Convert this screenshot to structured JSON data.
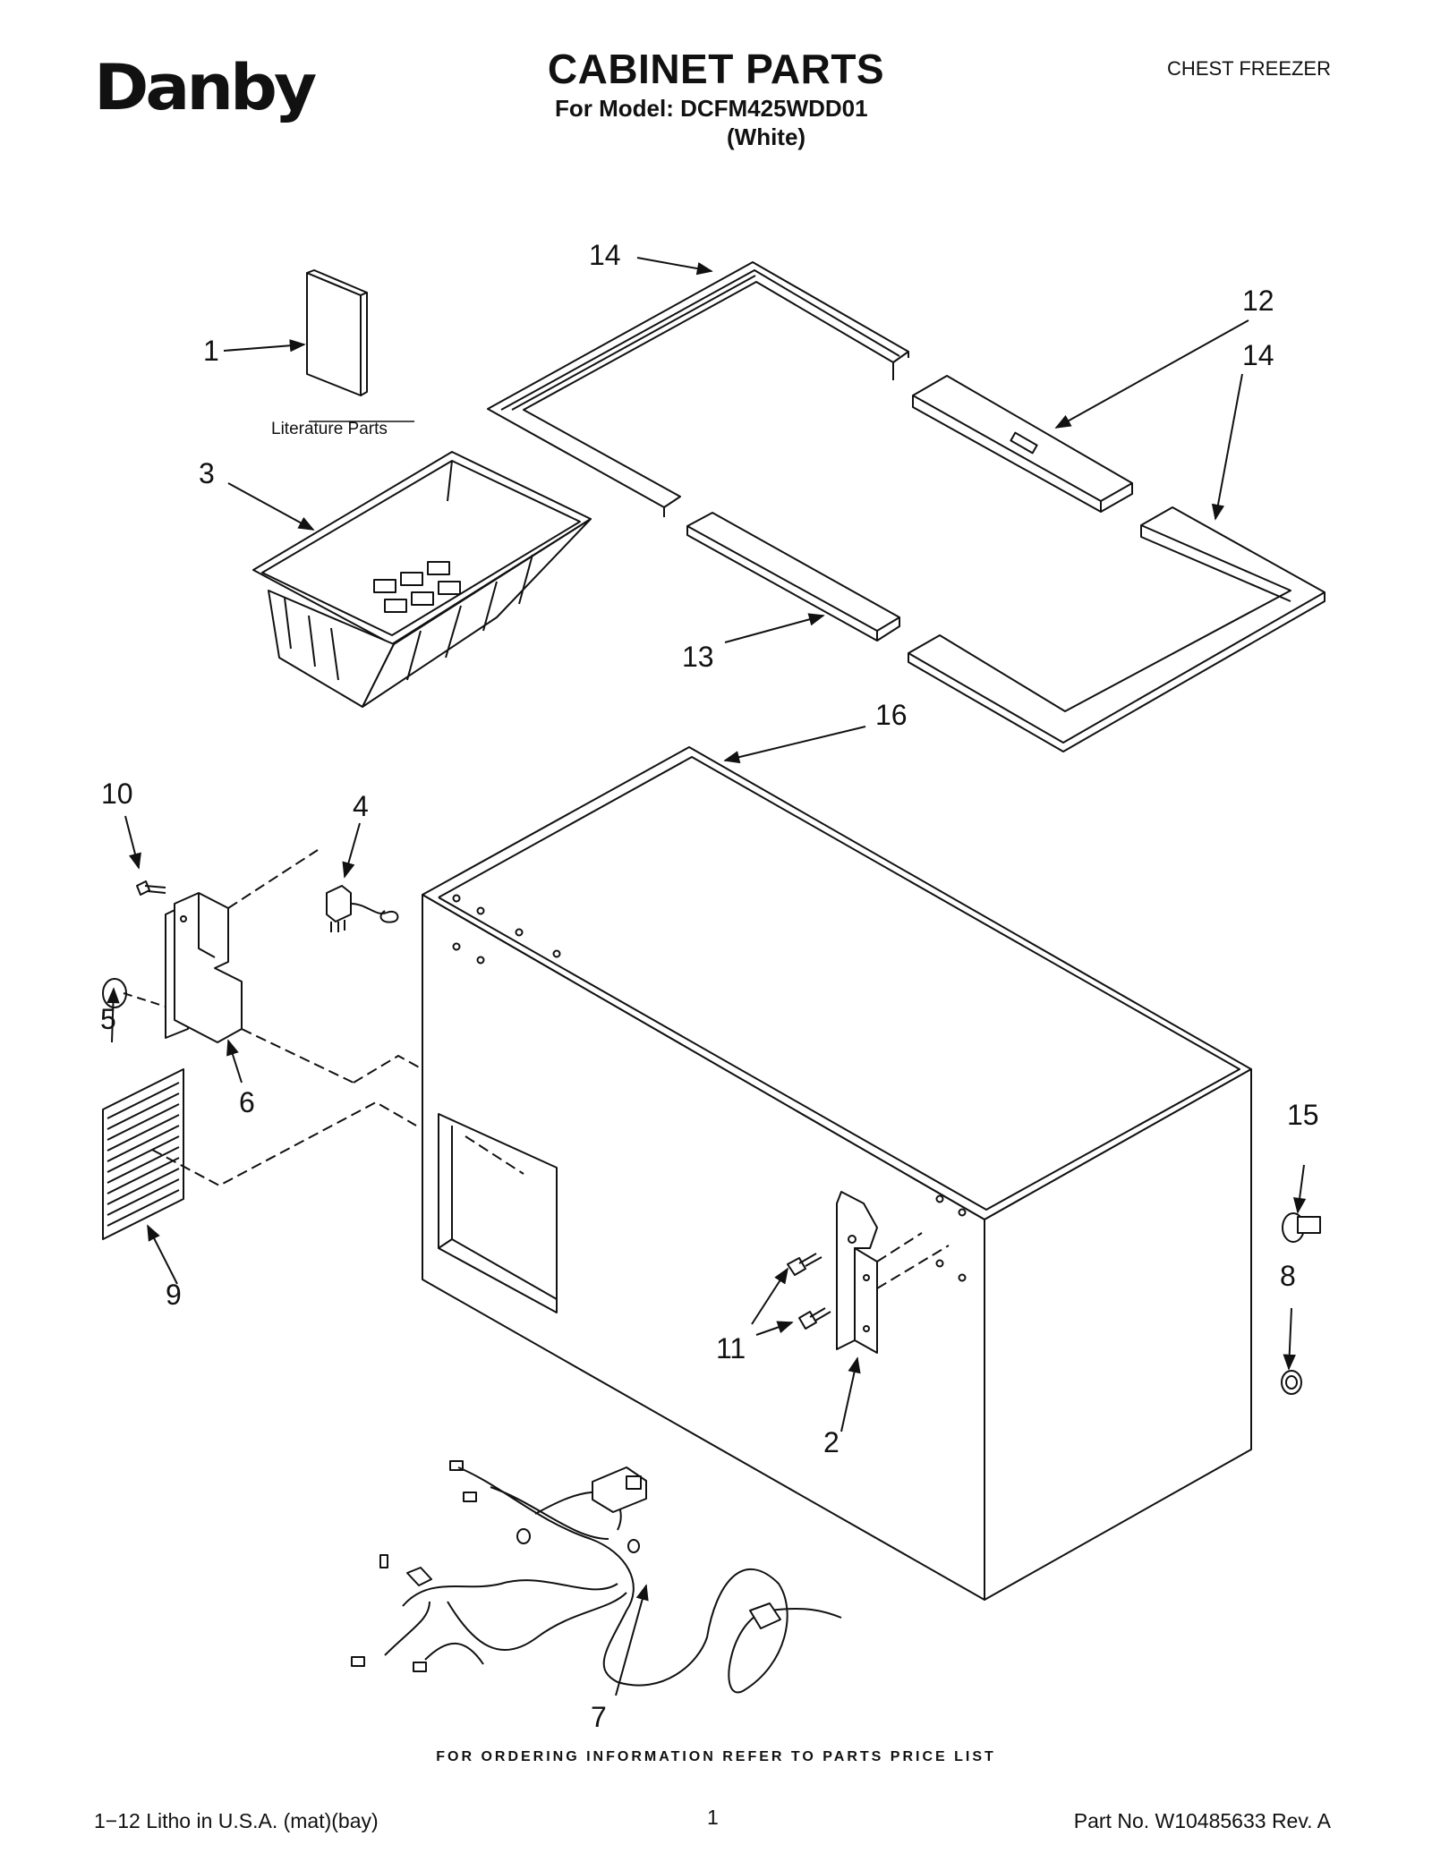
{
  "header": {
    "brand": "Danby",
    "title": "CABINET PARTS",
    "model_line": "For Model: DCFM425WDD01",
    "color_line": "(White)",
    "product_type": "CHEST FREEZER"
  },
  "diagram": {
    "literature_label": "Literature Parts",
    "callouts": [
      "1",
      "2",
      "3",
      "4",
      "5",
      "6",
      "7",
      "8",
      "9",
      "10",
      "11",
      "12",
      "13",
      "14",
      "14",
      "15",
      "16"
    ]
  },
  "footer": {
    "ordering_info": "FOR ORDERING INFORMATION REFER TO PARTS PRICE LIST",
    "print_info": "1−12 Litho in U.S.A. (mat)(bay)",
    "page_number": "1",
    "part_number": "Part No. W10485633 Rev. A"
  }
}
